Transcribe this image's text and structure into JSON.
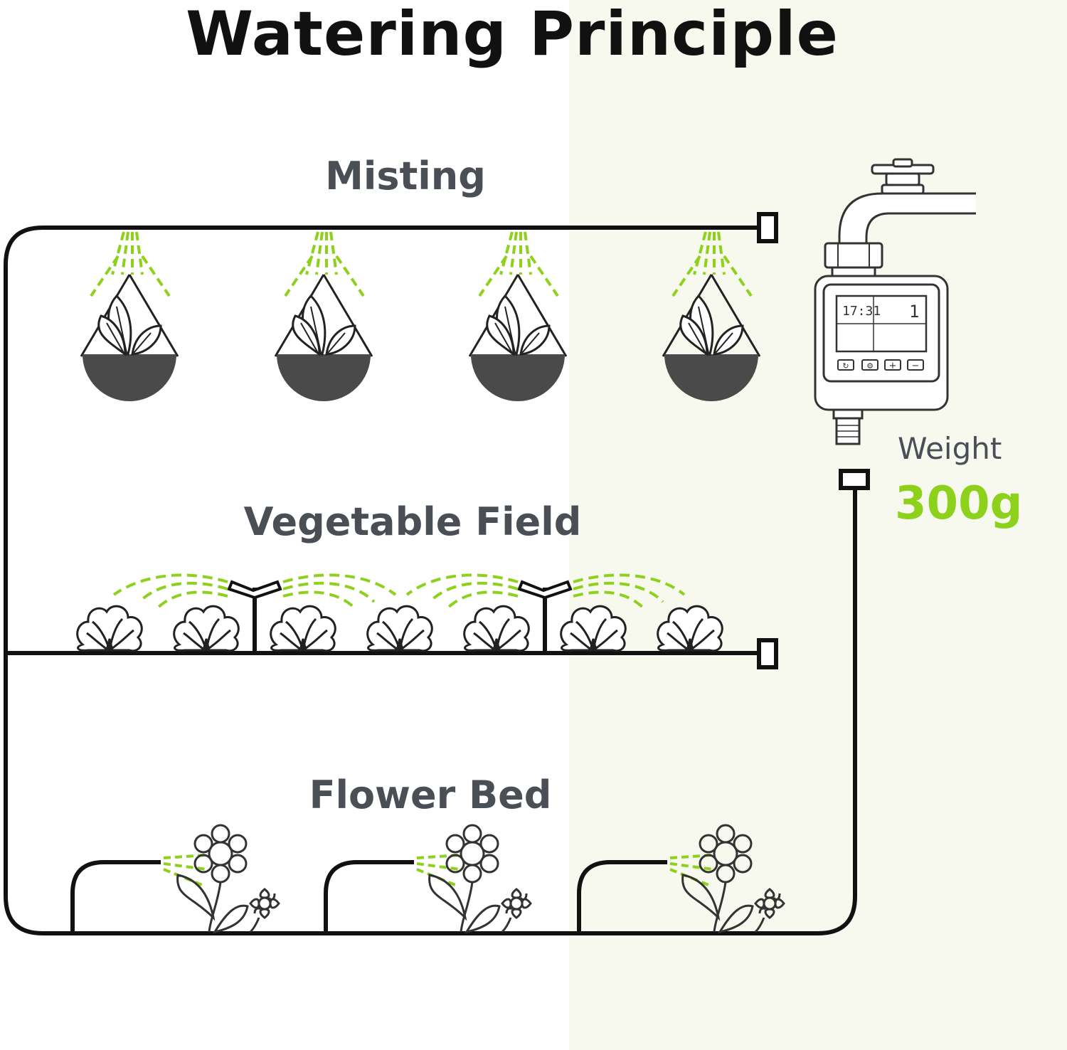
{
  "title": "Watering Principle",
  "sections": {
    "misting": "Misting",
    "vegetable": "Vegetable Field",
    "flower": "Flower Bed"
  },
  "weight": {
    "label": "Weight",
    "value": "300g"
  },
  "timer_display": {
    "time": "17:31",
    "digit": "1"
  },
  "timer_buttons": [
    "↻",
    "⚙",
    "+",
    "−"
  ],
  "colors": {
    "accent": "#8dd11c",
    "label": "#4a4e55",
    "pot": "#4a4a4a",
    "line": "#111111"
  }
}
